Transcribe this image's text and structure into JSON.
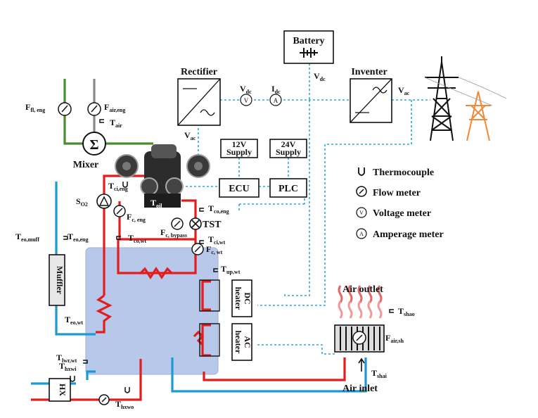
{
  "components": {
    "battery": "Battery",
    "rectifier": "Rectifier",
    "inverter": "Inventer",
    "supply12": [
      "12V",
      "Supply"
    ],
    "supply24": [
      "24V",
      "Supply"
    ],
    "ecu": "ECU",
    "plc": "PLC",
    "mixer": "Mixer",
    "muffler": "Muffler",
    "dc_heater": [
      "DC",
      "heater"
    ],
    "ac_heater": [
      "AC",
      "heater"
    ],
    "hx": "HX",
    "tst": "TST",
    "air_outlet": "Air outlet",
    "air_inlet": "Air inlet"
  },
  "meters": {
    "voltage_symbol": "V",
    "amperage_symbol": "A",
    "sigma_symbol": "Σ"
  },
  "legend": {
    "thermocouple": "Thermocouple",
    "flow_meter": "Flow meter",
    "voltage_meter": "Voltage meter",
    "amperage_meter": "Amperage meter"
  },
  "labels": {
    "vdc_top": {
      "main": "V",
      "sub": "dc"
    },
    "vdc_batt": {
      "main": "V",
      "sub": "dc"
    },
    "idc": {
      "main": "I",
      "sub": "dc"
    },
    "vac_rect": {
      "main": "V",
      "sub": "ac"
    },
    "vac_inv": {
      "main": "V",
      "sub": "ac"
    },
    "f_fl_eng": {
      "main": "F",
      "sub": "fl, eng"
    },
    "f_air_eng": {
      "main": "F",
      "sub": "air,eng"
    },
    "t_air": {
      "main": "T",
      "sub": "air"
    },
    "so2": {
      "main": "S",
      "sub": "O2"
    },
    "t_ci_eng": {
      "main": "T",
      "sub": "ci,eng"
    },
    "t_oil": {
      "main": "T",
      "sub": "oil"
    },
    "f_c_eng": {
      "main": "F",
      "sub": "c, eng"
    },
    "t_co_eng": {
      "main": "T",
      "sub": "co,eng"
    },
    "f_c_bypass": {
      "main": "F",
      "sub": "c, bypass"
    },
    "t_co_wt": {
      "main": "T",
      "sub": "co,wt"
    },
    "t_ci_wt": {
      "main": "T",
      "sub": "ci,wt"
    },
    "f_c_wt": {
      "main": "F",
      "sub": "c, wt"
    },
    "t_up_wt": {
      "main": "T",
      "sub": "up,wt"
    },
    "t_eo_muff": {
      "main": "T",
      "sub": "eo,muff"
    },
    "t_eo_eng": {
      "main": "T",
      "sub": "eo,eng"
    },
    "t_eo_wt": {
      "main": "T",
      "sub": "eo,wt"
    },
    "t_lwr_wt": {
      "main": "T",
      "sub": "lwr,wt"
    },
    "t_hxwi": {
      "main": "T",
      "sub": "hxwi"
    },
    "t_hxwo": {
      "main": "T",
      "sub": "hxwo"
    },
    "t_shao": {
      "main": "T",
      "sub": "shao"
    },
    "f_air_sh": {
      "main": "F",
      "sub": "air,sh"
    },
    "t_shai": {
      "main": "T",
      "sub": "shai"
    }
  },
  "colors": {
    "hot_water": "#e01e1e",
    "cold_water": "#1c9ad6",
    "fuel": "#4d8c2e",
    "air": "#8a8a8a",
    "signal": "#2aa7e0",
    "tank": "#b8c8ea"
  },
  "icons": [
    "battery-icon",
    "rectifier-icon",
    "inverter-icon",
    "transmission-tower-icon",
    "engine-icon",
    "heat-waves-icon",
    "radiator-icon"
  ]
}
